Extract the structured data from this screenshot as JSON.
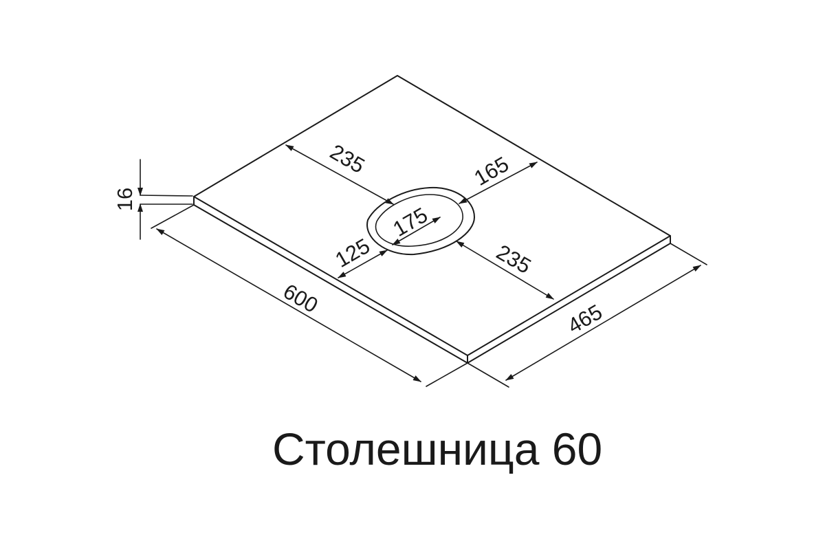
{
  "title": "Столешница 60",
  "dimensions": {
    "width": "600",
    "depth": "465",
    "thickness": "16",
    "left_offset": "235",
    "right_offset": "165",
    "front_offset": "235",
    "cutout_length": "175",
    "cutout_width": "125"
  }
}
